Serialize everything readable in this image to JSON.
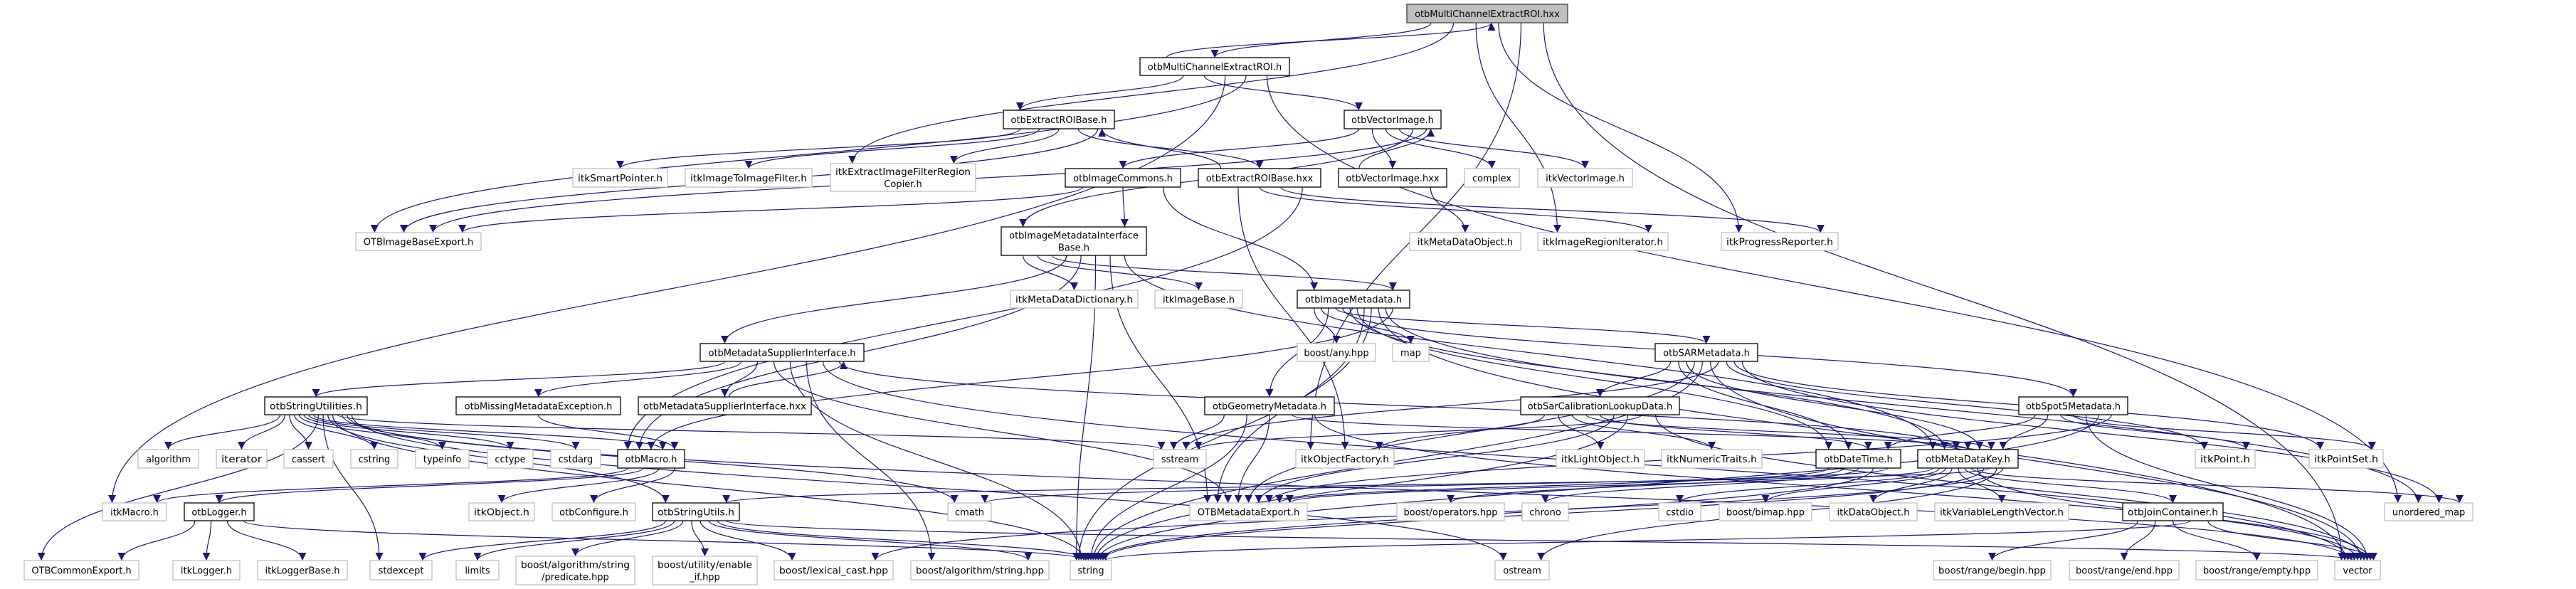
{
  "graph": {
    "colors": {
      "edge": "#191970",
      "root_fill": "#bfbfbf",
      "root_border": "#404040",
      "internal_border": "#000000",
      "external_border": "#bfbfbf",
      "node_fill": "#ffffff"
    },
    "nodes": [
      {
        "id": "mcroi_hxx",
        "lines": [
          "otbMultiChannelExtractROI.hxx"
        ],
        "kind": "root"
      },
      {
        "id": "mcroi_h",
        "lines": [
          "otbMultiChannelExtractROI.h"
        ],
        "kind": "internal"
      },
      {
        "id": "eroib_h",
        "lines": [
          "otbExtractROIBase.h"
        ],
        "kind": "internal"
      },
      {
        "id": "vi_h",
        "lines": [
          "otbVectorImage.h"
        ],
        "kind": "internal"
      },
      {
        "id": "itksp",
        "lines": [
          "itkSmartPointer.h"
        ],
        "kind": "external"
      },
      {
        "id": "itki2i",
        "lines": [
          "itkImageToImageFilter.h"
        ],
        "kind": "external"
      },
      {
        "id": "copier",
        "lines": [
          "itkExtractImageFilterRegion",
          "Copier.h"
        ],
        "kind": "external"
      },
      {
        "id": "imgcommons",
        "lines": [
          "otbImageCommons.h"
        ],
        "kind": "internal"
      },
      {
        "id": "eroib_hxx",
        "lines": [
          "otbExtractROIBase.hxx"
        ],
        "kind": "internal"
      },
      {
        "id": "vi_hxx",
        "lines": [
          "otbVectorImage.hxx"
        ],
        "kind": "internal"
      },
      {
        "id": "complex",
        "lines": [
          "complex"
        ],
        "kind": "external"
      },
      {
        "id": "itkvi",
        "lines": [
          "itkVectorImage.h"
        ],
        "kind": "external"
      },
      {
        "id": "imgbaseexport",
        "lines": [
          "OTBImageBaseExport.h"
        ],
        "kind": "external"
      },
      {
        "id": "imib",
        "lines": [
          "otbImageMetadataInterface",
          "Base.h"
        ],
        "kind": "internal"
      },
      {
        "id": "itkmdo",
        "lines": [
          "itkMetaDataObject.h"
        ],
        "kind": "external"
      },
      {
        "id": "itkiri",
        "lines": [
          "itkImageRegionIterator.h"
        ],
        "kind": "external"
      },
      {
        "id": "itkpr",
        "lines": [
          "itkProgressReporter.h"
        ],
        "kind": "external"
      },
      {
        "id": "itkmdd",
        "lines": [
          "itkMetaDataDictionary.h"
        ],
        "kind": "external"
      },
      {
        "id": "itkib",
        "lines": [
          "itkImageBase.h"
        ],
        "kind": "external"
      },
      {
        "id": "imgmd",
        "lines": [
          "otbImageMetadata.h"
        ],
        "kind": "internal"
      },
      {
        "id": "msi_h",
        "lines": [
          "otbMetadataSupplierInterface.h"
        ],
        "kind": "internal"
      },
      {
        "id": "anyhpp",
        "lines": [
          "boost/any.hpp"
        ],
        "kind": "external"
      },
      {
        "id": "map",
        "lines": [
          "map"
        ],
        "kind": "external"
      },
      {
        "id": "sarmd",
        "lines": [
          "otbSARMetadata.h"
        ],
        "kind": "internal"
      },
      {
        "id": "strutilities",
        "lines": [
          "otbStringUtilities.h"
        ],
        "kind": "internal"
      },
      {
        "id": "missing",
        "lines": [
          "otbMissingMetadataException.h"
        ],
        "kind": "internal"
      },
      {
        "id": "msi_hxx",
        "lines": [
          "otbMetadataSupplierInterface.hxx"
        ],
        "kind": "internal"
      },
      {
        "id": "geommd",
        "lines": [
          "otbGeometryMetadata.h"
        ],
        "kind": "internal"
      },
      {
        "id": "sarcal",
        "lines": [
          "otbSarCalibrationLookupData.h"
        ],
        "kind": "internal"
      },
      {
        "id": "spot5",
        "lines": [
          "otbSpot5Metadata.h"
        ],
        "kind": "internal"
      },
      {
        "id": "algorithm",
        "lines": [
          "algorithm"
        ],
        "kind": "external"
      },
      {
        "id": "iterator",
        "lines": [
          "iterator"
        ],
        "kind": "external"
      },
      {
        "id": "cassert",
        "lines": [
          "cassert"
        ],
        "kind": "external"
      },
      {
        "id": "cstring",
        "lines": [
          "cstring"
        ],
        "kind": "external"
      },
      {
        "id": "typeinfo",
        "lines": [
          "typeinfo"
        ],
        "kind": "external"
      },
      {
        "id": "cctype",
        "lines": [
          "cctype"
        ],
        "kind": "external"
      },
      {
        "id": "cstdarg",
        "lines": [
          "cstdarg"
        ],
        "kind": "external"
      },
      {
        "id": "otbmacro",
        "lines": [
          "otbMacro.h"
        ],
        "kind": "internal"
      },
      {
        "id": "sstream",
        "lines": [
          "sstream"
        ],
        "kind": "external"
      },
      {
        "id": "itkof",
        "lines": [
          "itkObjectFactory.h"
        ],
        "kind": "external"
      },
      {
        "id": "itklo",
        "lines": [
          "itkLightObject.h"
        ],
        "kind": "external"
      },
      {
        "id": "itknt",
        "lines": [
          "itkNumericTraits.h"
        ],
        "kind": "external"
      },
      {
        "id": "datetime",
        "lines": [
          "otbDateTime.h"
        ],
        "kind": "internal"
      },
      {
        "id": "mdkey",
        "lines": [
          "otbMetaDataKey.h"
        ],
        "kind": "internal"
      },
      {
        "id": "itkpoint",
        "lines": [
          "itkPoint.h"
        ],
        "kind": "external"
      },
      {
        "id": "itkpointset",
        "lines": [
          "itkPointSet.h"
        ],
        "kind": "external"
      },
      {
        "id": "itkmacro",
        "lines": [
          "itkMacro.h"
        ],
        "kind": "external"
      },
      {
        "id": "logger",
        "lines": [
          "otbLogger.h"
        ],
        "kind": "internal"
      },
      {
        "id": "itkobject",
        "lines": [
          "itkObject.h"
        ],
        "kind": "external"
      },
      {
        "id": "configure",
        "lines": [
          "otbConfigure.h"
        ],
        "kind": "external"
      },
      {
        "id": "strutils",
        "lines": [
          "otbStringUtils.h"
        ],
        "kind": "internal"
      },
      {
        "id": "cmath",
        "lines": [
          "cmath"
        ],
        "kind": "external"
      },
      {
        "id": "mdexport",
        "lines": [
          "OTBMetadataExport.h"
        ],
        "kind": "external"
      },
      {
        "id": "operators",
        "lines": [
          "boost/operators.hpp"
        ],
        "kind": "external"
      },
      {
        "id": "chrono",
        "lines": [
          "chrono"
        ],
        "kind": "external"
      },
      {
        "id": "cstdio",
        "lines": [
          "cstdio"
        ],
        "kind": "external"
      },
      {
        "id": "bimap",
        "lines": [
          "boost/bimap.hpp"
        ],
        "kind": "external"
      },
      {
        "id": "itkdo",
        "lines": [
          "itkDataObject.h"
        ],
        "kind": "external"
      },
      {
        "id": "vlv",
        "lines": [
          "itkVariableLengthVector.h"
        ],
        "kind": "external"
      },
      {
        "id": "join",
        "lines": [
          "otbJoinContainer.h"
        ],
        "kind": "internal"
      },
      {
        "id": "umap",
        "lines": [
          "unordered_map"
        ],
        "kind": "external"
      },
      {
        "id": "commonexport",
        "lines": [
          "OTBCommonExport.h"
        ],
        "kind": "external"
      },
      {
        "id": "itklogger",
        "lines": [
          "itkLogger.h"
        ],
        "kind": "external"
      },
      {
        "id": "itkloggerbase",
        "lines": [
          "itkLoggerBase.h"
        ],
        "kind": "external"
      },
      {
        "id": "stdexcept",
        "lines": [
          "stdexcept"
        ],
        "kind": "external"
      },
      {
        "id": "limits",
        "lines": [
          "limits"
        ],
        "kind": "external"
      },
      {
        "id": "predicate",
        "lines": [
          "boost/algorithm/string",
          "/predicate.hpp"
        ],
        "kind": "external"
      },
      {
        "id": "enableif",
        "lines": [
          "boost/utility/enable",
          "_if.hpp"
        ],
        "kind": "external"
      },
      {
        "id": "lexical",
        "lines": [
          "boost/lexical_cast.hpp"
        ],
        "kind": "external"
      },
      {
        "id": "algostring",
        "lines": [
          "boost/algorithm/string.hpp"
        ],
        "kind": "external"
      },
      {
        "id": "string",
        "lines": [
          "string"
        ],
        "kind": "external"
      },
      {
        "id": "ostream",
        "lines": [
          "ostream"
        ],
        "kind": "external"
      },
      {
        "id": "rbegin",
        "lines": [
          "boost/range/begin.hpp"
        ],
        "kind": "external"
      },
      {
        "id": "rend",
        "lines": [
          "boost/range/end.hpp"
        ],
        "kind": "external"
      },
      {
        "id": "rempty",
        "lines": [
          "boost/range/empty.hpp"
        ],
        "kind": "external"
      },
      {
        "id": "vector",
        "lines": [
          "vector"
        ],
        "kind": "external"
      }
    ],
    "edges": [
      [
        "mcroi_hxx",
        "mcroi_h"
      ],
      [
        "mcroi_hxx",
        "copier"
      ],
      [
        "mcroi_hxx",
        "itkiri"
      ],
      [
        "mcroi_hxx",
        "itkpr"
      ],
      [
        "mcroi_hxx",
        "itkof"
      ],
      [
        "mcroi_hxx",
        "vector"
      ],
      [
        "mcroi_h",
        "mcroi_hxx"
      ],
      [
        "mcroi_h",
        "eroib_h"
      ],
      [
        "mcroi_h",
        "vi_h"
      ],
      [
        "mcroi_h",
        "itkmacro"
      ],
      [
        "mcroi_h",
        "imgbaseexport"
      ],
      [
        "mcroi_h",
        "umap"
      ],
      [
        "eroib_h",
        "itksp"
      ],
      [
        "eroib_h",
        "itki2i"
      ],
      [
        "eroib_h",
        "copier"
      ],
      [
        "eroib_h",
        "eroib_hxx"
      ],
      [
        "eroib_h",
        "imgbaseexport"
      ],
      [
        "vi_h",
        "imgcommons"
      ],
      [
        "vi_h",
        "vi_hxx"
      ],
      [
        "vi_h",
        "complex"
      ],
      [
        "vi_h",
        "itkvi"
      ],
      [
        "vi_h",
        "imib"
      ],
      [
        "vi_h",
        "imgbaseexport"
      ],
      [
        "eroib_hxx",
        "eroib_h"
      ],
      [
        "eroib_hxx",
        "itkof"
      ],
      [
        "eroib_hxx",
        "itkiri"
      ],
      [
        "eroib_hxx",
        "itkpr"
      ],
      [
        "eroib_hxx",
        "otbmacro"
      ],
      [
        "vi_hxx",
        "vi_h"
      ],
      [
        "vi_hxx",
        "itkmdo"
      ],
      [
        "imgcommons",
        "imgbaseexport"
      ],
      [
        "imgcommons",
        "imib"
      ],
      [
        "imgcommons",
        "imgmd"
      ],
      [
        "imib",
        "itkmdd"
      ],
      [
        "imib",
        "itkib"
      ],
      [
        "imib",
        "imgmd"
      ],
      [
        "imib",
        "msi_h"
      ],
      [
        "imib",
        "otbmacro"
      ],
      [
        "imib",
        "string"
      ],
      [
        "imib",
        "mdexport"
      ],
      [
        "imib",
        "mdkey"
      ],
      [
        "imgmd",
        "anyhpp"
      ],
      [
        "imgmd",
        "map"
      ],
      [
        "imgmd",
        "geommd"
      ],
      [
        "imgmd",
        "sarmd"
      ],
      [
        "imgmd",
        "spot5"
      ],
      [
        "imgmd",
        "mdkey"
      ],
      [
        "imgmd",
        "datetime"
      ],
      [
        "imgmd",
        "mdexport"
      ],
      [
        "imgmd",
        "string"
      ],
      [
        "imgmd",
        "vector"
      ],
      [
        "imgmd",
        "umap"
      ],
      [
        "imgmd",
        "otbmacro"
      ],
      [
        "msi_h",
        "strutilities"
      ],
      [
        "msi_h",
        "missing"
      ],
      [
        "msi_h",
        "msi_hxx"
      ],
      [
        "msi_h",
        "mdexport"
      ],
      [
        "msi_h",
        "string"
      ],
      [
        "msi_h",
        "algostring"
      ],
      [
        "msi_h",
        "vector"
      ],
      [
        "msi_h",
        "mdkey"
      ],
      [
        "msi_hxx",
        "msi_h"
      ],
      [
        "strutilities",
        "algorithm"
      ],
      [
        "strutilities",
        "iterator"
      ],
      [
        "strutilities",
        "cassert"
      ],
      [
        "strutilities",
        "cstring"
      ],
      [
        "strutilities",
        "typeinfo"
      ],
      [
        "strutilities",
        "cctype"
      ],
      [
        "strutilities",
        "cstdarg"
      ],
      [
        "strutilities",
        "otbmacro"
      ],
      [
        "strutilities",
        "commonexport"
      ],
      [
        "strutilities",
        "stdexcept"
      ],
      [
        "strutilities",
        "strutils"
      ],
      [
        "strutilities",
        "string"
      ],
      [
        "strutilities",
        "sstream"
      ],
      [
        "strutilities",
        "vector"
      ],
      [
        "strutilities",
        "cmath"
      ],
      [
        "strutilities",
        "ostream"
      ],
      [
        "missing",
        "otbmacro"
      ],
      [
        "otbmacro",
        "itkmacro"
      ],
      [
        "otbmacro",
        "logger"
      ],
      [
        "otbmacro",
        "itkobject"
      ],
      [
        "otbmacro",
        "configure"
      ],
      [
        "logger",
        "commonexport"
      ],
      [
        "logger",
        "itklogger"
      ],
      [
        "logger",
        "itkloggerbase"
      ],
      [
        "logger",
        "string"
      ],
      [
        "strutils",
        "stdexcept"
      ],
      [
        "strutils",
        "limits"
      ],
      [
        "strutils",
        "predicate"
      ],
      [
        "strutils",
        "enableif"
      ],
      [
        "strutils",
        "lexical"
      ],
      [
        "strutils",
        "algostring"
      ],
      [
        "strutils",
        "string"
      ],
      [
        "strutils",
        "vector"
      ],
      [
        "geommd",
        "sstream"
      ],
      [
        "geommd",
        "string"
      ],
      [
        "geommd",
        "mdexport"
      ],
      [
        "geommd",
        "mdkey"
      ],
      [
        "geommd",
        "vector"
      ],
      [
        "sarmd",
        "sarcal"
      ],
      [
        "sarmd",
        "datetime"
      ],
      [
        "sarmd",
        "mdkey"
      ],
      [
        "sarmd",
        "mdexport"
      ],
      [
        "sarmd",
        "string"
      ],
      [
        "sarmd",
        "vector"
      ],
      [
        "sarmd",
        "sstream"
      ],
      [
        "sarmd",
        "itkpoint"
      ],
      [
        "sarmd",
        "itkpointset"
      ],
      [
        "sarmd",
        "umap"
      ],
      [
        "sarcal",
        "itkof"
      ],
      [
        "sarcal",
        "itklo"
      ],
      [
        "sarcal",
        "itknt"
      ],
      [
        "sarcal",
        "mdkey"
      ],
      [
        "sarcal",
        "datetime"
      ],
      [
        "sarcal",
        "mdexport"
      ],
      [
        "sarcal",
        "string"
      ],
      [
        "sarcal",
        "sstream"
      ],
      [
        "sarcal",
        "vector"
      ],
      [
        "spot5",
        "datetime"
      ],
      [
        "spot5",
        "mdkey"
      ],
      [
        "spot5",
        "itkpoint"
      ],
      [
        "spot5",
        "itkpointset"
      ],
      [
        "spot5",
        "vector"
      ],
      [
        "spot5",
        "string"
      ],
      [
        "spot5",
        "mdexport"
      ],
      [
        "datetime",
        "mdexport"
      ],
      [
        "datetime",
        "operators"
      ],
      [
        "datetime",
        "chrono"
      ],
      [
        "datetime",
        "string"
      ],
      [
        "datetime",
        "cmath"
      ],
      [
        "mdkey",
        "mdexport"
      ],
      [
        "mdkey",
        "cstdio"
      ],
      [
        "mdkey",
        "bimap"
      ],
      [
        "mdkey",
        "itkdo"
      ],
      [
        "mdkey",
        "vlv"
      ],
      [
        "mdkey",
        "join"
      ],
      [
        "mdkey",
        "umap"
      ],
      [
        "mdkey",
        "vector"
      ],
      [
        "mdkey",
        "string"
      ],
      [
        "mdkey",
        "strutils"
      ],
      [
        "mdkey",
        "ostream"
      ],
      [
        "mdkey",
        "lexical"
      ],
      [
        "join",
        "rbegin"
      ],
      [
        "join",
        "rend"
      ],
      [
        "join",
        "rempty"
      ],
      [
        "join",
        "string"
      ],
      [
        "join",
        "vector"
      ]
    ]
  }
}
